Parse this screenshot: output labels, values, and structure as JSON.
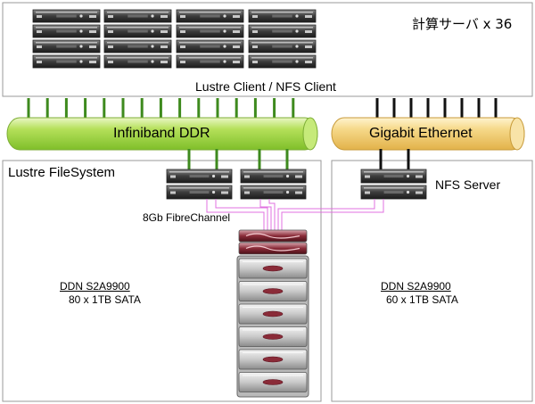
{
  "compute": {
    "label": "計算サーバ x 36",
    "client_label": "Lustre Client / NFS Client"
  },
  "networks": {
    "infiniband": "Infiniband DDR",
    "gigabit": "Gigabit Ethernet"
  },
  "lustre": {
    "title": "Lustre FileSystem",
    "link_label": "8Gb FibreChannel",
    "storage_model": "DDN S2A9900",
    "storage_capacity": "80 x 1TB SATA"
  },
  "nfs": {
    "title": "NFS Server",
    "storage_model": "DDN S2A9900",
    "storage_capacity": "60 x 1TB SATA"
  },
  "colors": {
    "infiniband_bus": "#a8d84a",
    "gigabit_bus": "#f2cf7a",
    "ib_link": "#3e8a1e",
    "eth_link": "#111111",
    "fc_link": "#e070e0",
    "server": "#4a4a4a"
  }
}
